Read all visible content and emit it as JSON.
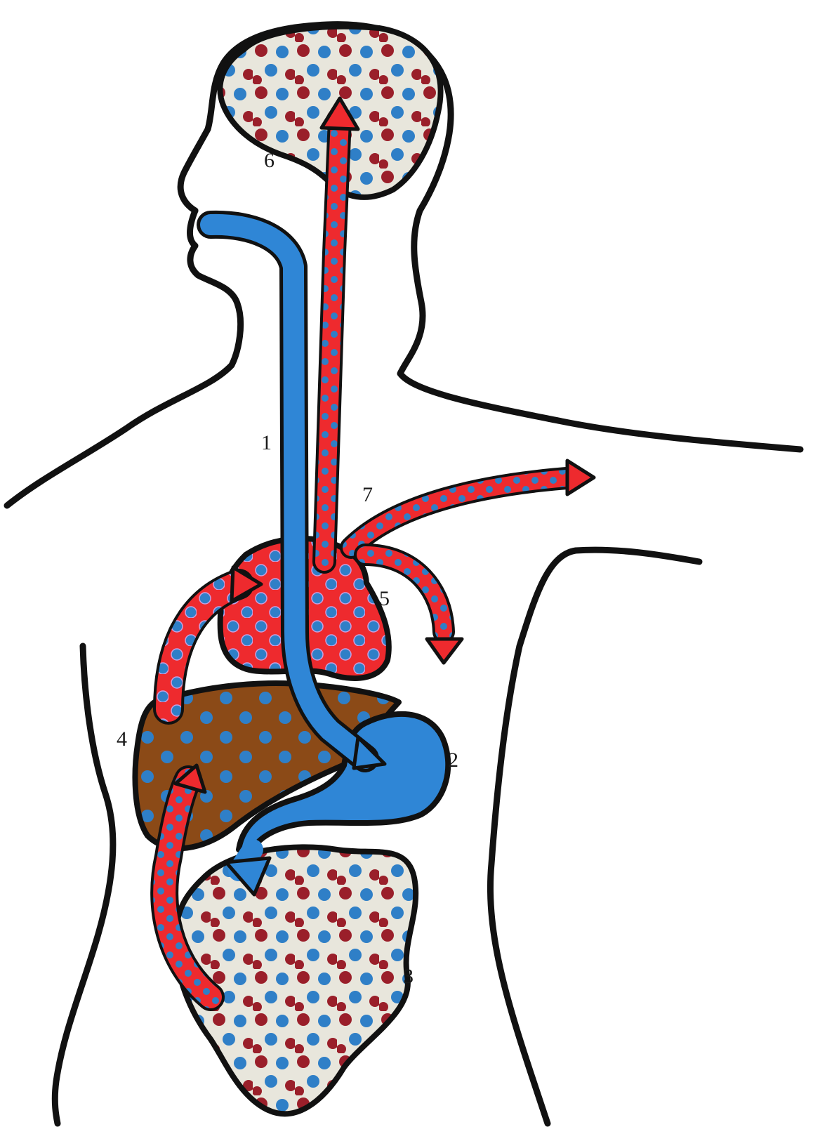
{
  "diagram": {
    "labels": {
      "l1": "1",
      "l2": "2",
      "l3": "3",
      "l4": "4",
      "l5": "5",
      "l6": "6",
      "l7": "7"
    },
    "colors": {
      "blue_flow": "#2f86d6",
      "red_flow": "#ee2a2e",
      "liver": "#8b4a17",
      "dots_red": "#9a1f2a",
      "dots_blue": "#2f7fc7",
      "organ_fill": "#e8e6dc",
      "outline": "#111111"
    }
  }
}
